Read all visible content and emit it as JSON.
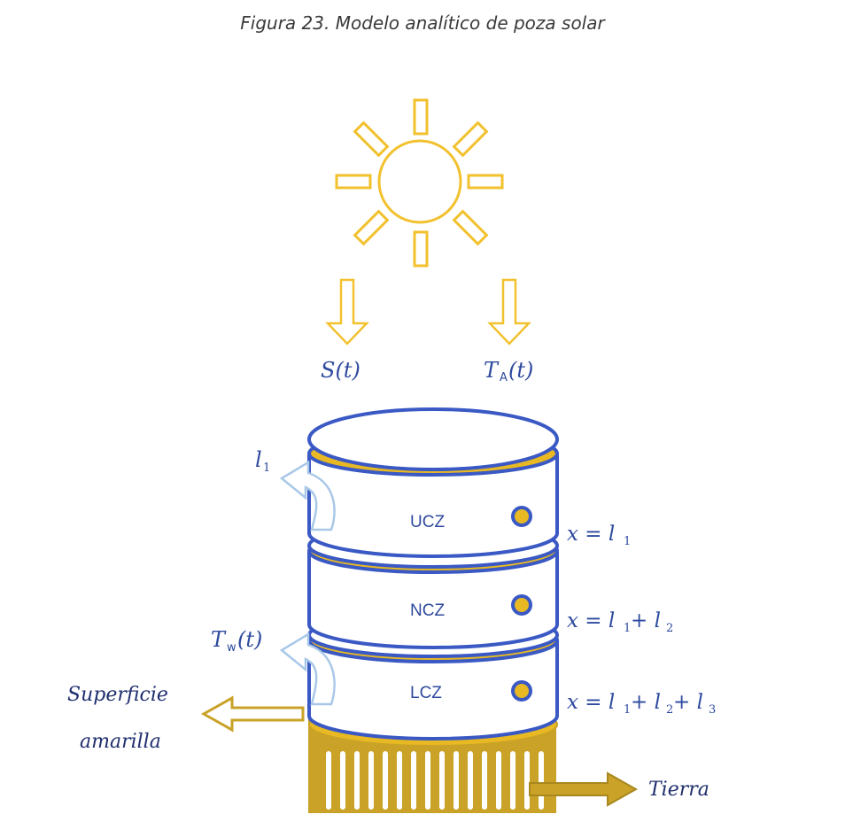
{
  "caption": "Figura 23. Modelo analítico de poza solar",
  "inputs": {
    "solar": "S(t)",
    "ambient_main": "T",
    "ambient_sub": "A",
    "ambient_arg": "(t)"
  },
  "zones": [
    {
      "label": "UCZ",
      "boundary_main": "x = l",
      "boundary_rest": ""
    },
    {
      "label": "NCZ",
      "boundary_main": "x = l",
      "boundary_rest": " + l"
    },
    {
      "label": "LCZ",
      "boundary_main": "x = l",
      "boundary_rest": " + l"
    }
  ],
  "boundaries": {
    "b1": {
      "text": "x = l",
      "sub": "1"
    },
    "b2": {
      "text1": "x = l",
      "sub1": "1",
      "text2": " + l",
      "sub2": "2"
    },
    "b3": {
      "text1": "x = l",
      "sub1": "1",
      "text2": " + l",
      "sub2": "2",
      "text3": " + l",
      "sub3": "3"
    }
  },
  "labels": {
    "l1_main": "l",
    "l1_sub": "1",
    "tw_main": "T",
    "tw_sub": "w",
    "tw_arg": "(t)",
    "surface_line1": "Superficie",
    "surface_line2": "amarilla",
    "ground": "Tierra"
  },
  "colors": {
    "sun": "#f2c12e",
    "blue": "#3a59c4",
    "gold": "#e8b923",
    "fin": "#c9a227",
    "arrow_light": "#a9c8e8"
  }
}
